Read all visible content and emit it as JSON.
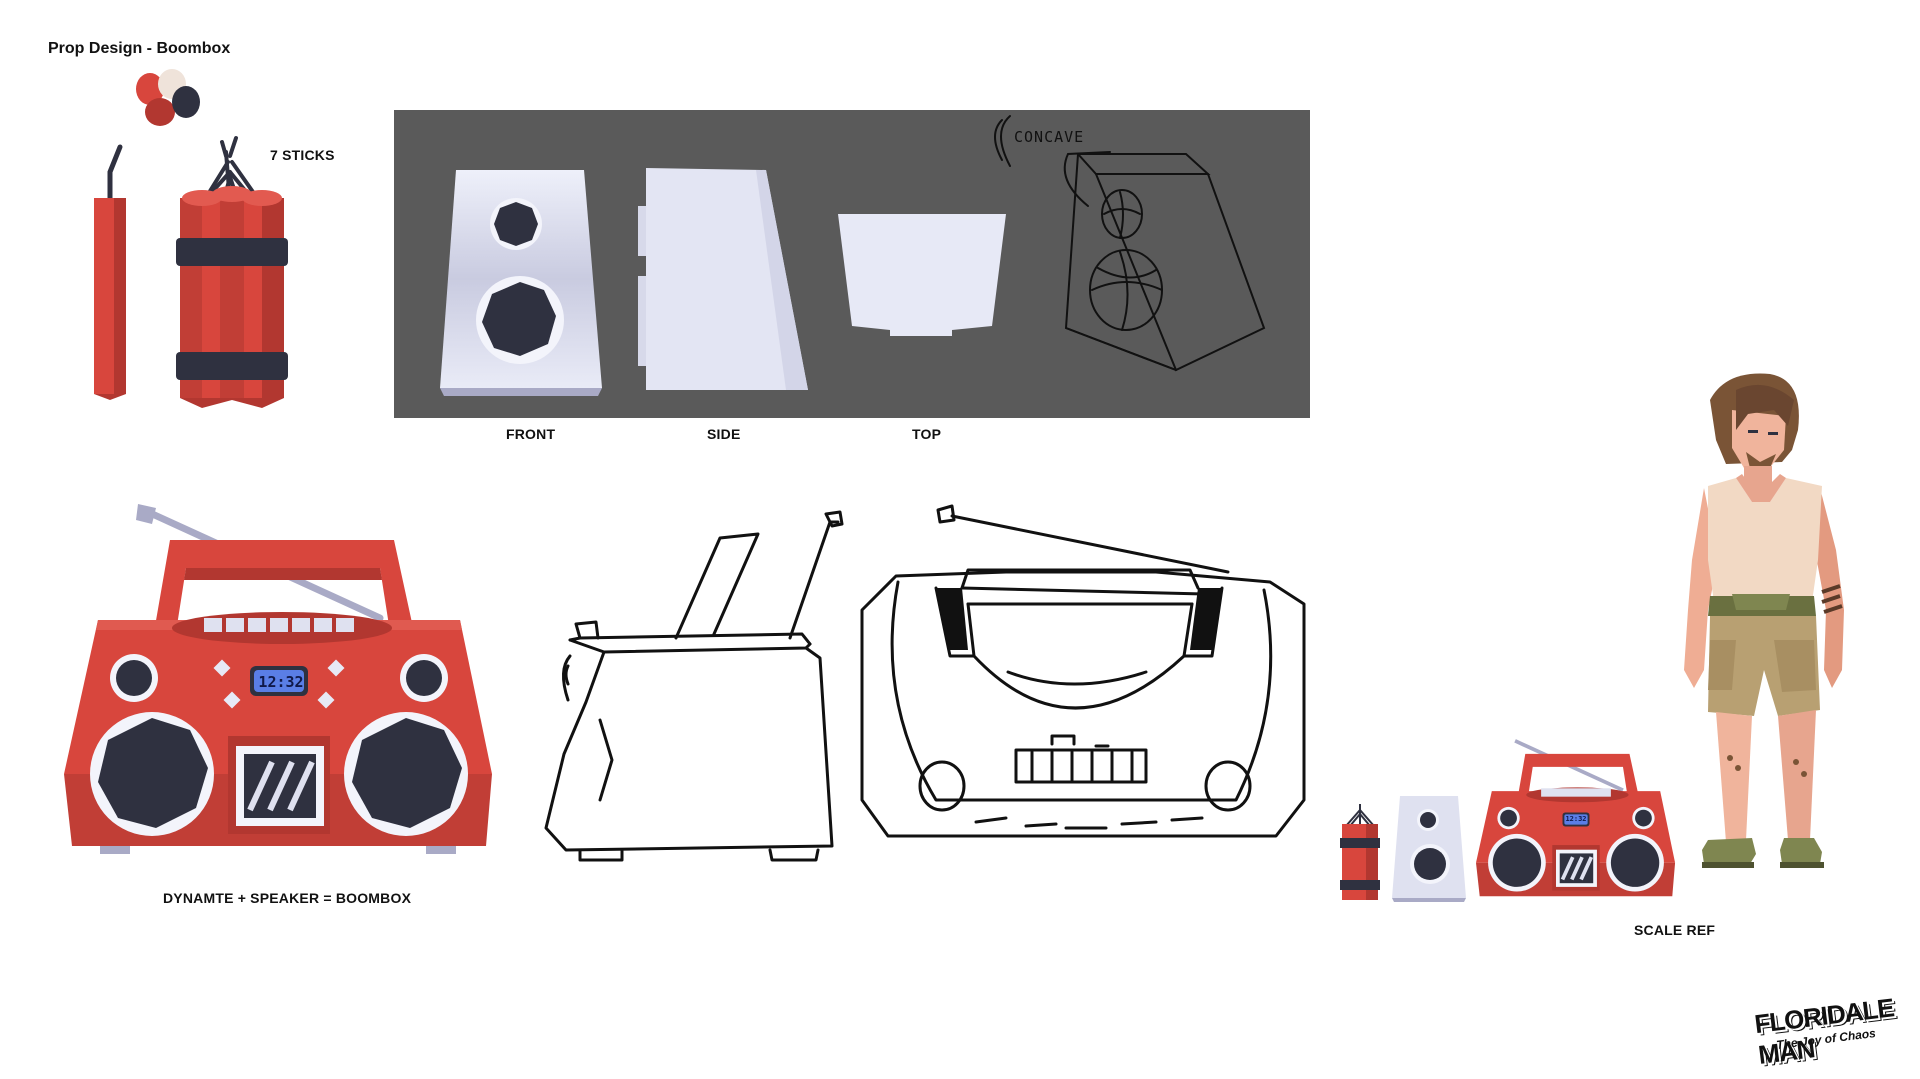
{
  "title": "Prop Design - Boombox",
  "labels": {
    "sticks": "7 STICKS",
    "front": "FRONT",
    "side": "SIDE",
    "top": "TOP",
    "concave": "CONCAVE",
    "equation": "DYNAMTE + SPEAKER = BOOMBOX",
    "scale_ref": "SCALE REF"
  },
  "clock": "12:32",
  "clock_small": "12:32",
  "logo": {
    "main": "FLORIDALE MAN",
    "sub": "The Joy of Chaos"
  },
  "palette": {
    "red": "#d8463d",
    "dark_red": "#b23730",
    "navy": "#2f3140",
    "cream": "#efe8e0",
    "speaker_light": "#e7e9f6",
    "speaker_shadow": "#a9aac6",
    "screen_blue": "#5a7ee6",
    "panel_gray": "#5a5a5a"
  }
}
